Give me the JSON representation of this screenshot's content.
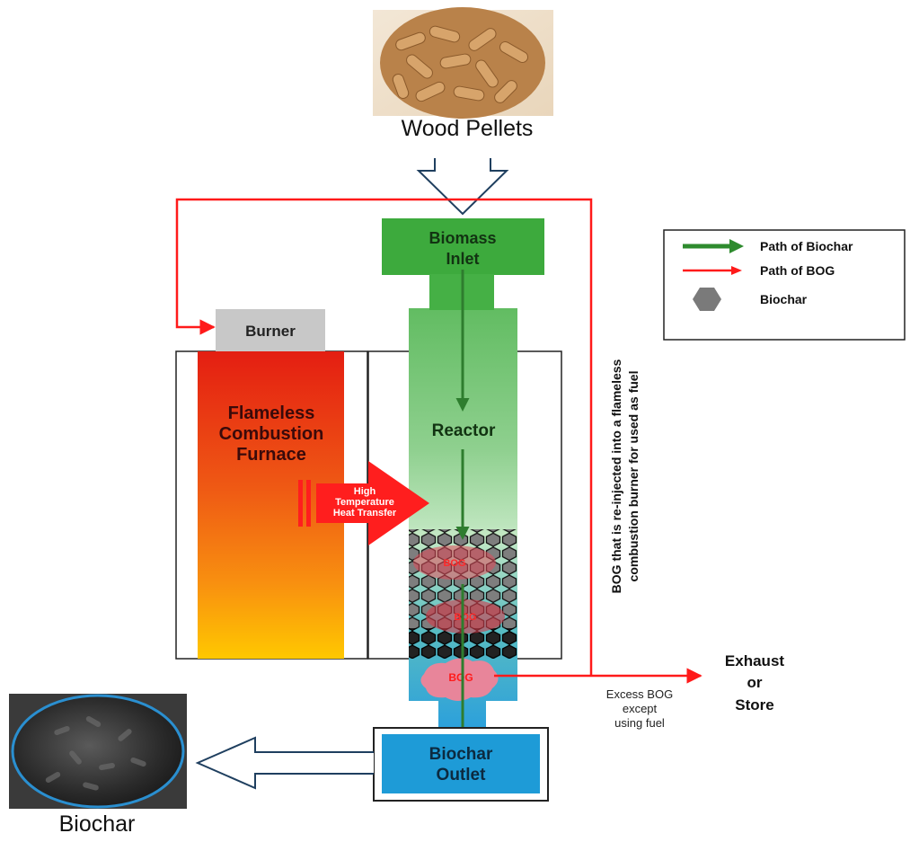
{
  "input": {
    "label": "Wood Pellets"
  },
  "output": {
    "label": "Biochar"
  },
  "units": {
    "inlet_line1": "Biomass",
    "inlet_line2": "Inlet",
    "reactor": "Reactor",
    "outlet_line1": "Biochar",
    "outlet_line2": "Outlet",
    "burner": "Burner",
    "furnace_line1": "Flameless",
    "furnace_line2": "Combustion",
    "furnace_line3": "Furnace"
  },
  "heat": {
    "line1": "High",
    "line2": "Temperature",
    "line3": "Heat Transfer"
  },
  "bog_bubbles": [
    "BOG",
    "BOG",
    "BOG"
  ],
  "recirculation": {
    "line1": "BOG that is re-injected into a flameless",
    "line2": "combustion burner for used as fuel"
  },
  "excess": {
    "line1": "Excess BOG",
    "line2": "except",
    "line3": "using fuel"
  },
  "destination": {
    "line1": "Exhaust",
    "line2": "or",
    "line3": "Store"
  },
  "legend": {
    "items": [
      {
        "label": "Path of Biochar",
        "color": "#2e8b2e",
        "symbol": "green-arrow"
      },
      {
        "label": "Path of BOG",
        "color": "#ff1a1a",
        "symbol": "red-arrow"
      },
      {
        "label": "Biochar",
        "color": "#7a7a7a",
        "symbol": "gray-hexagon"
      }
    ]
  },
  "colors": {
    "biochar_path": "#2e8b2e",
    "bog_path": "#ff1a1a",
    "outlet": "#1e9bd7",
    "inlet": "#3daa3d"
  }
}
